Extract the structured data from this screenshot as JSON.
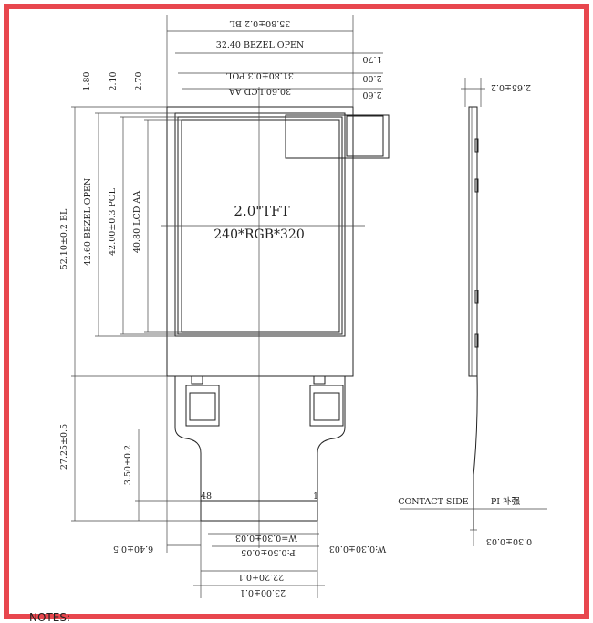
{
  "labels": {
    "bl_width": "35.80±0.2 BL",
    "bezel_open_width": "32.40 BEZEL OPEN",
    "pol_width": "31.80±0.3 POL",
    "aa_width": "30.60 LCD AA",
    "dim_170": "1.70",
    "dim_200": "2.00",
    "dim_260": "2.60",
    "dim_180": "1.80",
    "dim_210": "2.10",
    "dim_270": "2.70",
    "bl_height": "52.10±0.2 BL",
    "bezel_open_height": "42.60 BEZEL OPEN",
    "pol_height": "42.00±0.3 POL",
    "aa_height": "40.80 LCD AA",
    "title_line1": "2.0\"TFT",
    "title_line2": "240*RGB*320",
    "fpc_length": "27.25±0.5",
    "dim_350": "3.50±0.2",
    "pin_first": "48",
    "pin_last": "1",
    "trace_width": "W=0.30±0.03",
    "pitch": "P:0.50±0.05",
    "width_w": "W:0.30±0.03",
    "dim_640": "6.40±0.5",
    "dim_2220": "22.20±0.1",
    "dim_2300": "23.00±0.1",
    "thickness": "2.65±0.2",
    "contact_side": "CONTACT SIDE",
    "pi_stiffener": "PI 补强",
    "fpc_thickness": "0.30±0.03",
    "notes": "NOTES:"
  },
  "colors": {
    "frame": "#e8474e",
    "lines": "#222222"
  }
}
